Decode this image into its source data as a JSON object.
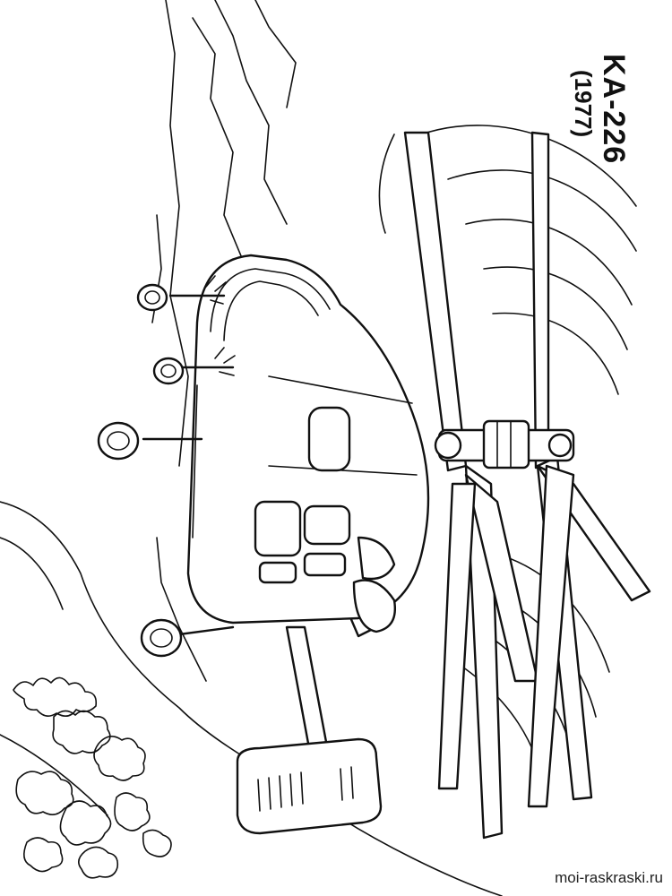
{
  "title": {
    "model": "KA-226",
    "year": "(1977)"
  },
  "watermark": "moi-raskraski.ru",
  "colors": {
    "ink": "#111111",
    "paper": "#ffffff"
  }
}
